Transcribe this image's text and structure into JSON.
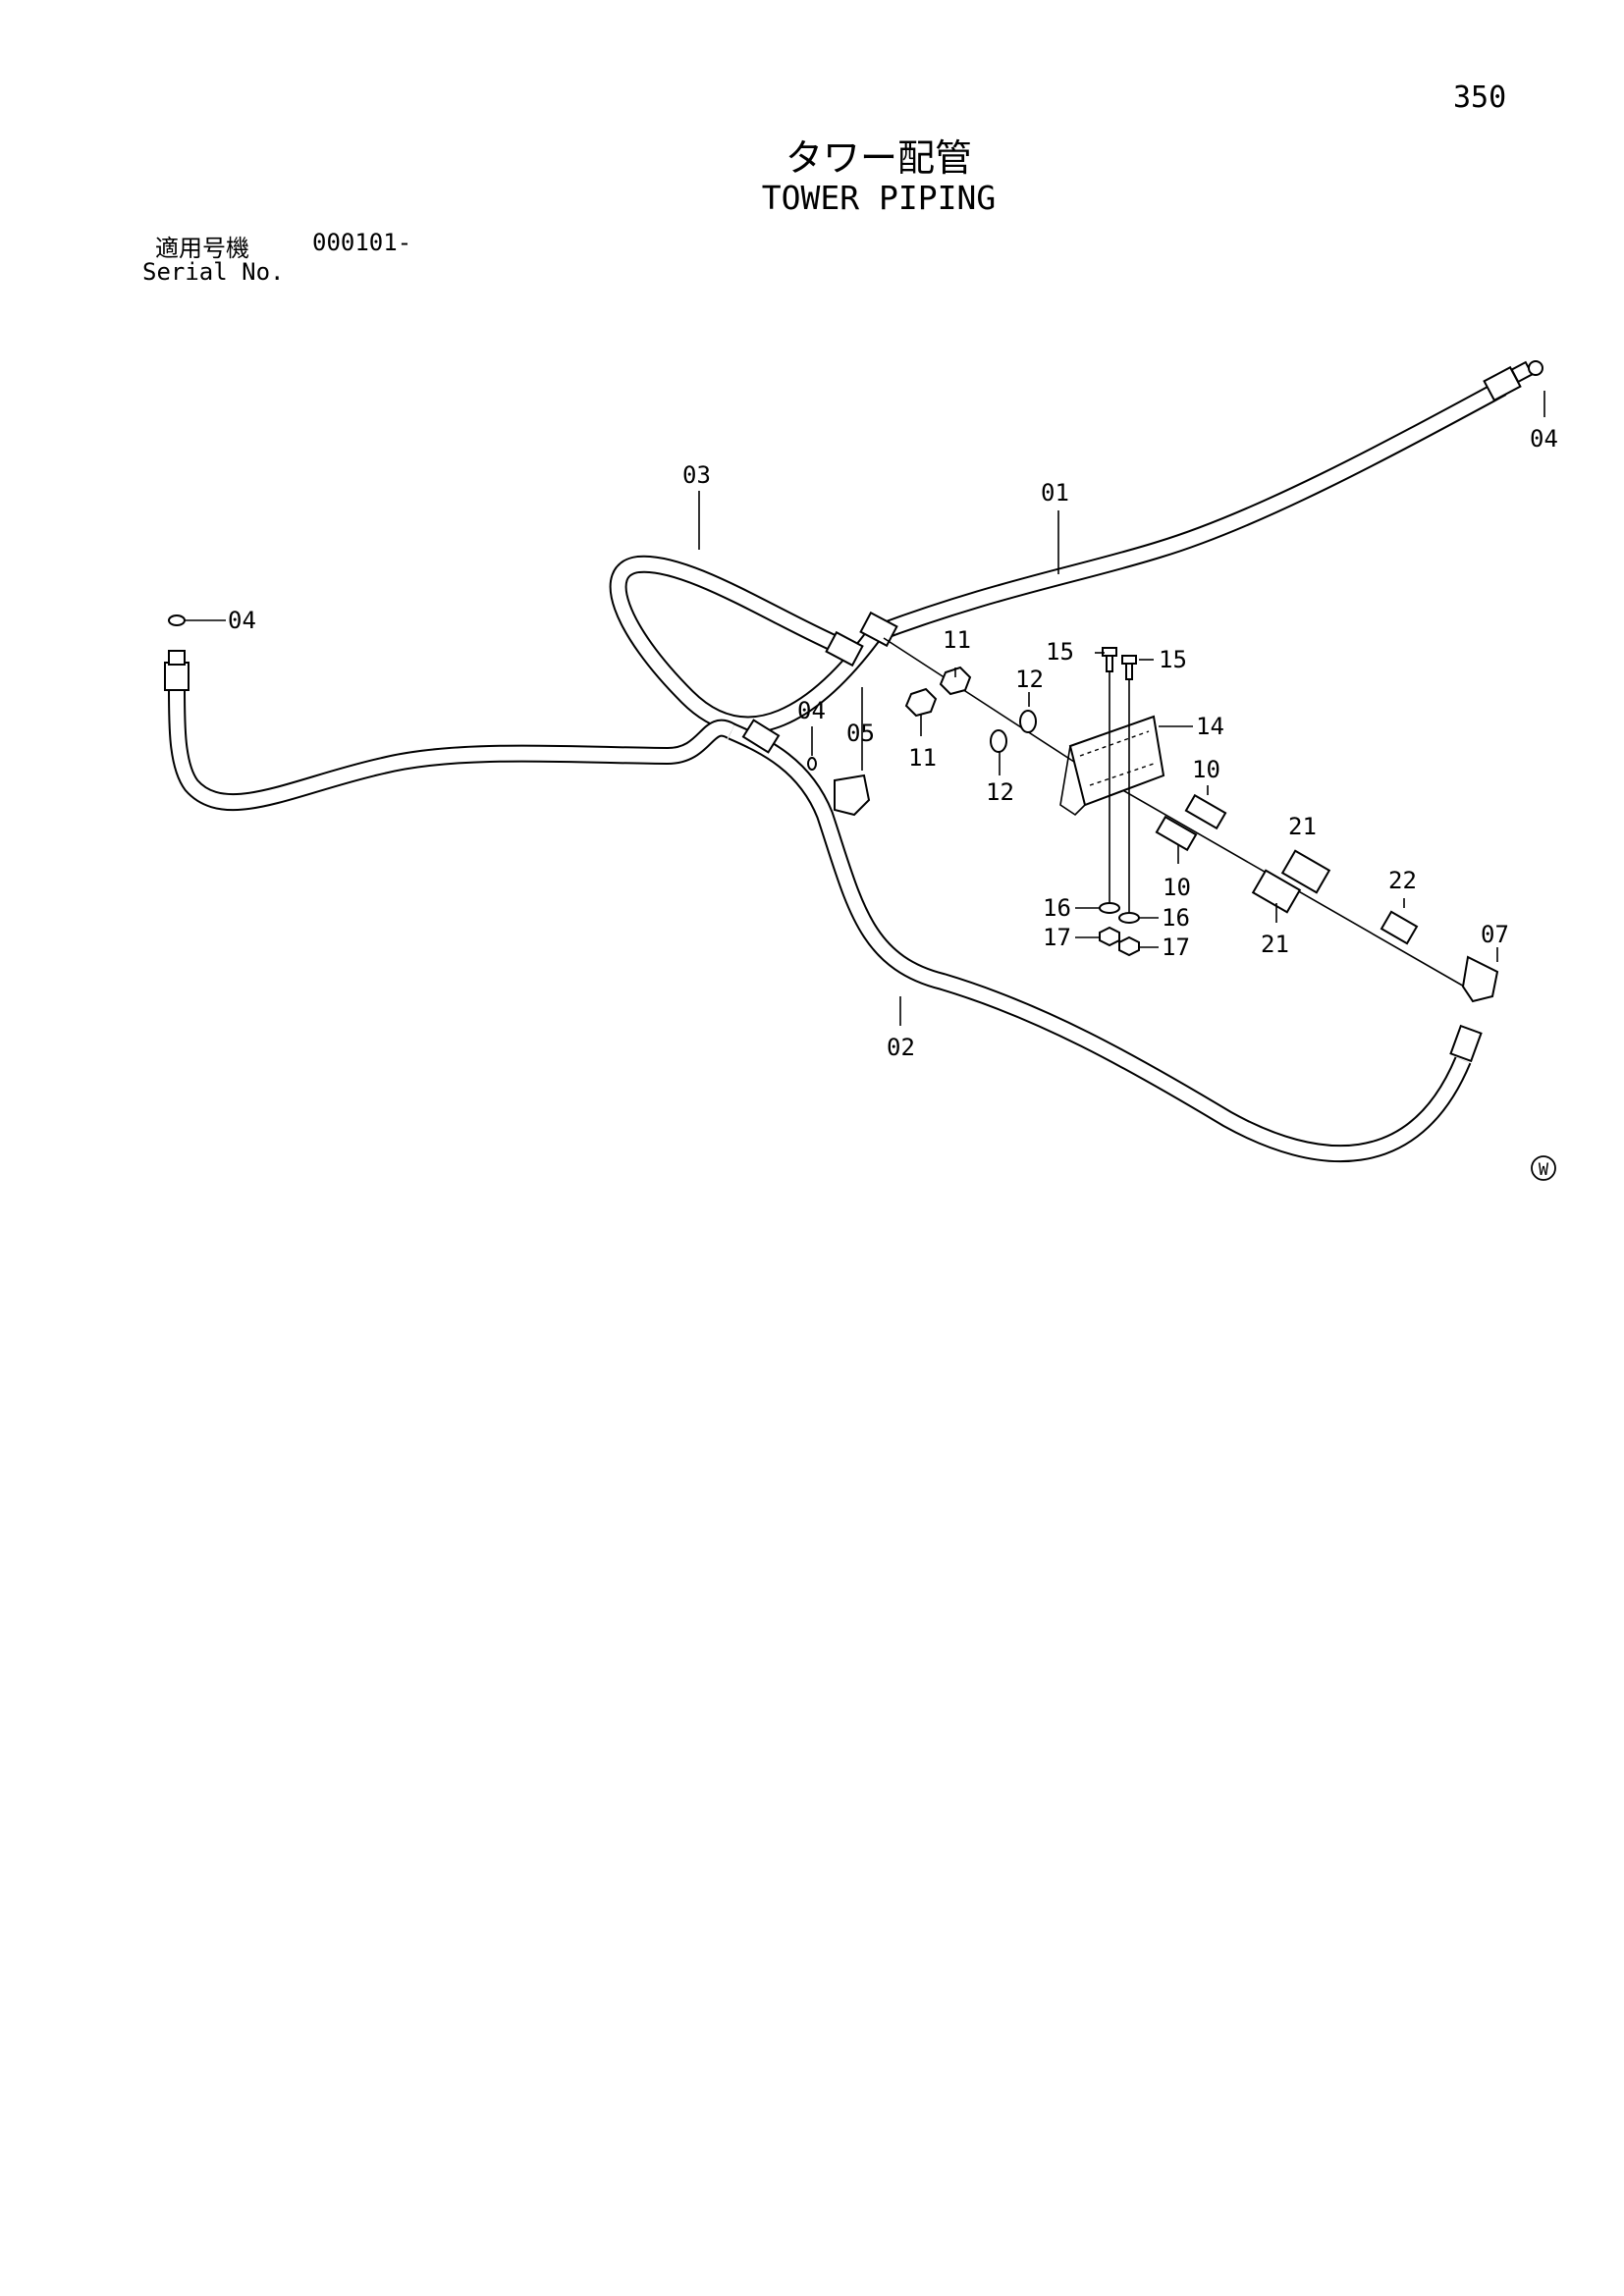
{
  "page_number": "350",
  "title_jp": "タワー配管",
  "title_en": "TOWER PIPING",
  "serial": {
    "label_jp": "適用号機",
    "label_en": "Serial No.",
    "value": "000101-"
  },
  "callouts": {
    "c01": "01",
    "c02": "02",
    "c03": "03",
    "c04_right": "04",
    "c04_left": "04",
    "c04_mid": "04",
    "c05": "05",
    "c07": "07",
    "c10_a": "10",
    "c10_b": "10",
    "c11_a": "11",
    "c11_b": "11",
    "c12_a": "12",
    "c12_b": "12",
    "c14": "14",
    "c15_a": "15",
    "c15_b": "15",
    "c16_a": "16",
    "c16_b": "16",
    "c17_a": "17",
    "c17_b": "17",
    "c21_a": "21",
    "c21_b": "21",
    "c22": "22"
  },
  "mark_symbol": "W"
}
